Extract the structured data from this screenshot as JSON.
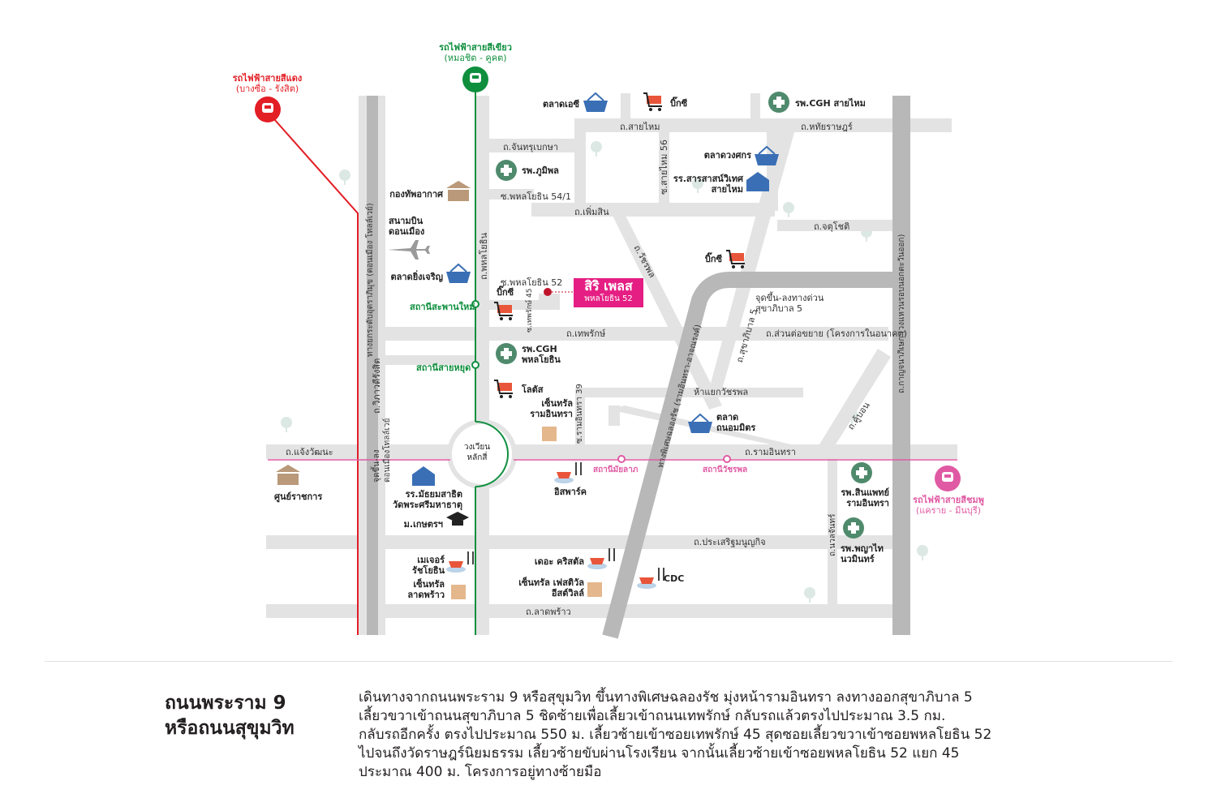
{
  "colors": {
    "road": "#e3e3e3",
    "highway": "#b8b8b8",
    "red_line": "#e31e25",
    "green_line": "#0f8f3e",
    "pink_line": "#e05aa3",
    "project": "#e51e83",
    "hospital": "#4f8a6d",
    "market": "#3a6fb5",
    "shop": "#e8553a",
    "tree": "#dce8e3"
  },
  "project": {
    "name": "สิริ เพลส",
    "sub": "พหลโยธิน 52"
  },
  "rail_lines": {
    "red": {
      "title": "รถไฟฟ้าสายสีแดง",
      "sub": "(บางซื่อ - รังสิต)"
    },
    "green": {
      "title": "รถไฟฟ้าสายสีเขียว",
      "sub": "(หมอชิต - คูคต)"
    },
    "pink": {
      "title": "รถไฟฟ้าสายสีชมพู",
      "sub": "(แคราย - มีนบุรี)"
    }
  },
  "stations": {
    "saphan_mai": "สถานีสะพานใหม่",
    "sai_yud": "สถานีสายหยุด",
    "mai_lap": "สถานีมัยลาภ",
    "watcharaphon": "สถานีวัชรพล"
  },
  "roads": {
    "sai_mai": "ถ.สายไหม",
    "hathairat": "ถ.หทัยราษฎร์",
    "chan_krabok": "ถ.จันทรุเบกษา",
    "phahon54": "ซ.พหลโยธิน 54/1",
    "soi_sai_mai56": "ซ.สายไหม 56",
    "phoem_sin": "ถ.เพิ่มสิน",
    "chatuchot": "ถ.จตุโชติ",
    "watcharaphon": "ถ.วัชรพล",
    "phahon_road": "ถ.พหลโยธิน",
    "phahon52": "ซ.พหลโยธิน 52",
    "thepharak45": "ซ.เทพรักษ์ 45",
    "thepharak": "ถ.เทพรักษ์",
    "extension": "ถ.ส่วนต่อขยาย (โครงการในอนาคต)",
    "expressway_gate": "จุดขึ้น-ลงทางด่วน\nสุขาภิบาล 5",
    "sukhaphiban5": "ถ.สุขาภิบาล 5",
    "chalong_rat": "ทางพิเศษฉลองรัช (รามอินทรา-อาจณรงค์)",
    "watcharaphon_junction": "ห้าแยกวัชรพล",
    "ramintra39": "ซ.รามอินทรา 39",
    "khu_bon": "ถ.คู้บอน",
    "kanchanaphisek": "ถ.กาญจนาภิเษก (วงแหวนรอบนอกตะวันออก)",
    "vibhavadi": "ถ.วิภาวดีรังสิต",
    "don_mueang_tollway": "ทางยกระดับอุตราภิมุข (ดอนเมือง โทลล์เวย์)",
    "chaeng_watthana": "ถ.แจ้งวัฒนะ",
    "tollway_gate": "จุดขึ้น-ลง\nดอนเมืองโทลล์เวย์",
    "ram_intra": "ถ.รามอินทรา",
    "prasert_manukit": "ถ.ประเสริฐมนูญกิจ",
    "lat_phrao": "ถ.ลาดพร้าว",
    "nuan_chan": "ถ.นวลจันทร์"
  },
  "roundabout": "วงเวียน\nหลักสี่",
  "pois": {
    "talat_or_sor": "ตลาดเอซี",
    "bigc_top": "บิ๊กซี",
    "cgh_saimai": "รพ.CGH สายไหม",
    "talat_wongsakorn": "ตลาดวงศกร",
    "sarasas": "รร.สารสาสน์วิเทศ\nสายไหม",
    "bhumibol": "รพ.ภูมิพล",
    "air_force": "กองทัพอากาศ",
    "airport": "สนามบิน\nดอนเมือง",
    "talat_yingcharoen": "ตลาดยิ่งเจริญ",
    "bigc_mid": "บิ๊กซี",
    "bigc_saphanmai": "บิ๊กซี",
    "cgh_phahon": "รพ.CGH\nพหลโยธิน",
    "lotus": "โลตัส",
    "central_ramintra": "เซ็นทรัล\nรามอินทรา",
    "talat_thanonmit": "ตลาด\nถนอมมิตร",
    "government_center": "ศูนย์ราชการ",
    "school_wat": "รร.มัธยมสาธิต\nวัดพระศรีมหาธาตุ",
    "kasetsart": "ม.เกษตรฯ",
    "fashion_cafe": "อิสพาร์ค",
    "synphaet": "รพ.สินแพทย์\nรามอินทรา",
    "phyathai": "รพ.พญาไท\nนวมินทร์",
    "major": "เมเจอร์\nรัชโยธิน",
    "central_ladprao": "เซ็นทรัล\nลาดพร้าว",
    "crystal": "เดอะ คริสตัล",
    "central_festival": "เซ็นทรัล เฟสติวัล\nอีสต์วิลล์",
    "cdc": "CDC"
  },
  "directions": {
    "heading": [
      "ถนนพระราม 9",
      "หรือถนนสุขุมวิท"
    ],
    "text": [
      "เดินทางจากถนนพระราม 9 หรือสุขุมวิท ขึ้นทางพิเศษฉลองรัช มุ่งหน้ารามอินทรา ลงทางออกสุขาภิบาล 5",
      "เลี้ยวขวาเข้าถนนสุขาภิบาล 5 ชิดซ้ายเพื่อเลี้ยวเข้าถนนเทพรักษ์ กลับรถแล้วตรงไปประมาณ 3.5 กม.",
      "กลับรถอีกครั้ง ตรงไปประมาณ 550 ม. เลี้ยวซ้ายเข้าซอยเทพรักษ์ 45 สุดซอยเลี้ยวขวาเข้าซอยพหลโยธิน 52",
      "ไปจนถึงวัดราษฎร์นิยมธรรม เลี้ยวซ้ายขับผ่านโรงเรียน จากนั้นเลี้ยวซ้ายเข้าซอยพหลโยธิน 52 แยก 45",
      "ประมาณ 400 ม. โครงการอยู่ทางซ้ายมือ"
    ]
  }
}
